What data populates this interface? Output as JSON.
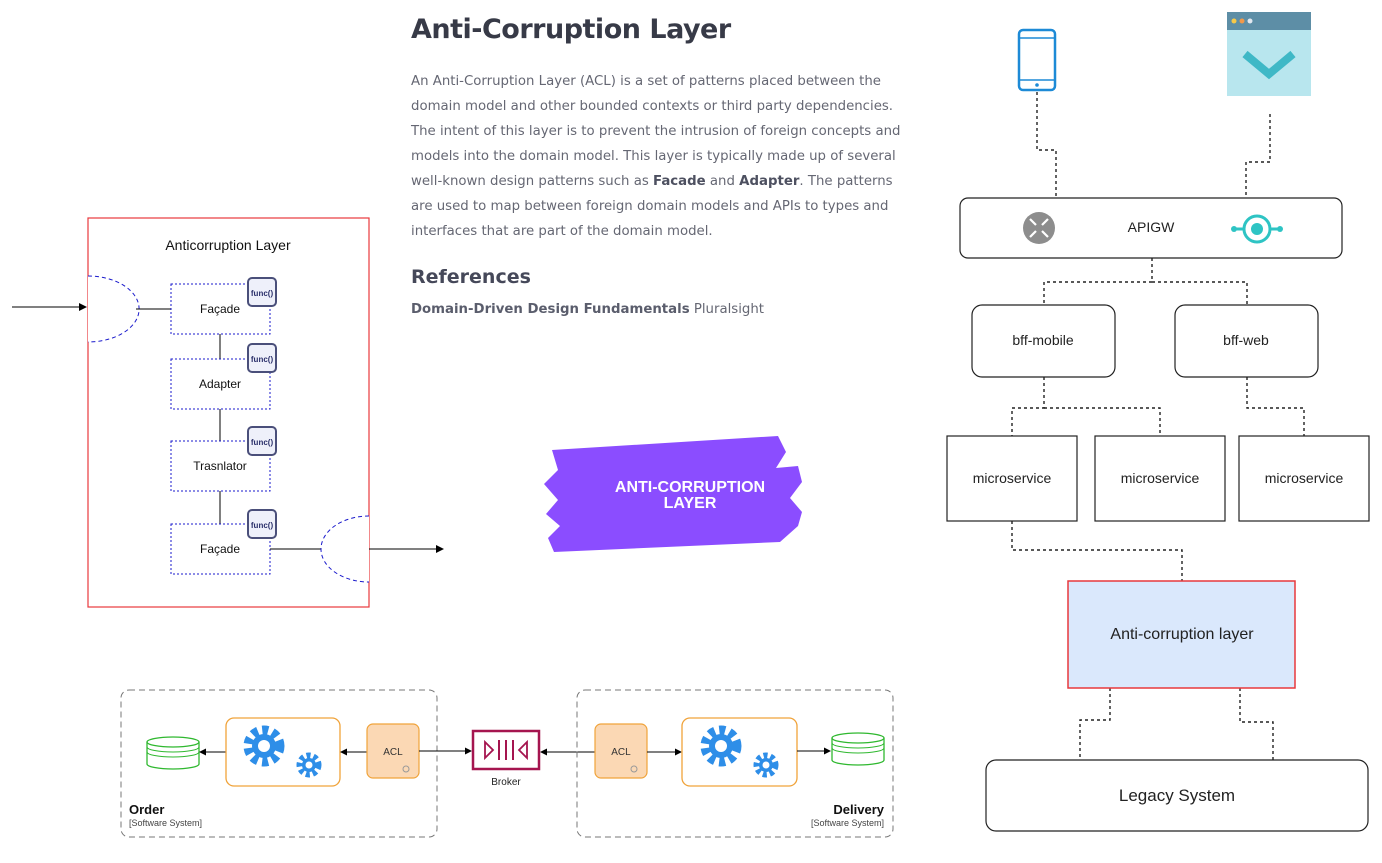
{
  "article": {
    "title": "Anti-Corruption Layer",
    "p1": "An Anti-Corruption Layer (ACL) is a set of patterns placed between the domain model and other bounded contexts or third party dependencies. The intent of this layer is to prevent the intrusion of foreign concepts and models into the domain model. This layer is typically made up of several well-known design patterns such as ",
    "facade": "Facade",
    "and": " and ",
    "adapter": "Adapter",
    "p2": ". The patterns are used to map between foreign domain models and APIs to types and interfaces that are part of the domain model.",
    "references_title": "References",
    "ref_name": "Domain-Driven Design Fundamentals",
    "ref_source": " Pluralsight"
  },
  "left_diagram": {
    "title": "Anticorruption Layer",
    "boxes": [
      "Façade",
      "Adapter",
      "Trasnlator",
      "Façade"
    ],
    "func_label": "func()"
  },
  "banner": {
    "line1": "ANTI-CORRUPTION",
    "line2": "LAYER"
  },
  "right_diagram": {
    "apigw": "APIGW",
    "bff_mobile": "bff-mobile",
    "bff_web": "bff-web",
    "microservices": [
      "microservice",
      "microservice",
      "microservice"
    ],
    "acl": "Anti-corruption layer",
    "legacy": "Legacy System"
  },
  "bottom_diagram": {
    "order_name": "Order",
    "order_type": "[Software System]",
    "delivery_name": "Delivery",
    "delivery_type": "[Software System]",
    "acl_label": "ACL",
    "broker_label": "Broker"
  },
  "colors": {
    "red_border": "#e8383d",
    "dashed_blue": "#1a1acc",
    "banner_purple": "#8b4dff",
    "acl_fill": "#dae8fc",
    "orange": "#f0a33a",
    "broker": "#a5154f",
    "gear": "#2e8ee8",
    "db_green": "#2fb82f",
    "phone_blue": "#1d8ad6",
    "browser_teal": "#3fb8c6"
  }
}
